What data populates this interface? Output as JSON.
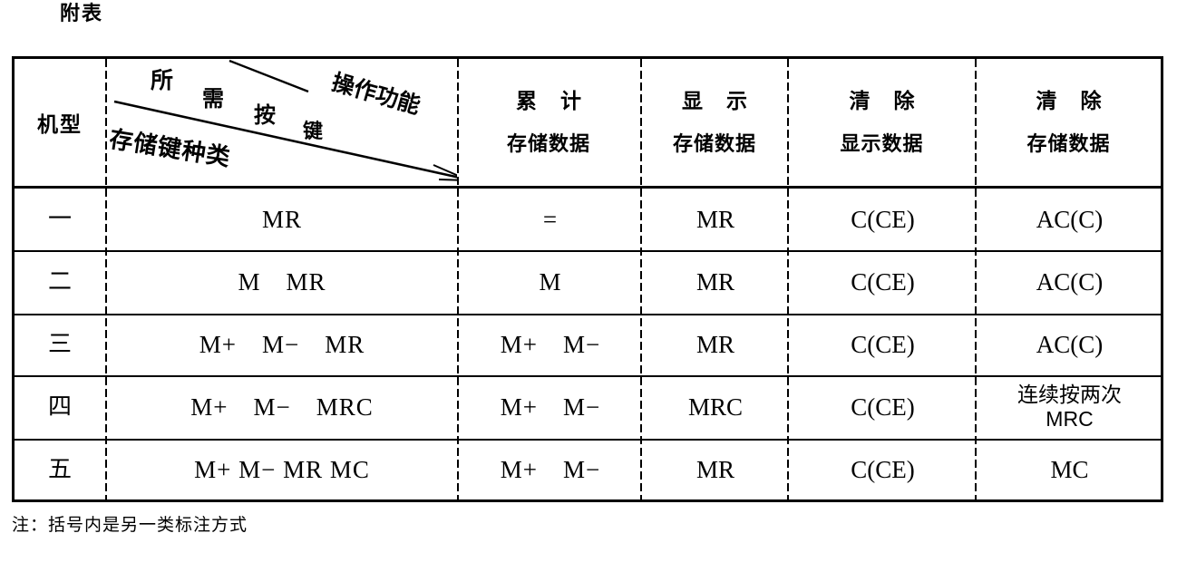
{
  "caption": "附表",
  "footnote": "注：括号内是另一类标注方式",
  "header": {
    "model_label": "机型",
    "diagonal": {
      "upper_right_label": "操作功能",
      "diagonal_label_chars": [
        "所",
        "需",
        "按",
        "键"
      ],
      "lower_left_label": "存储键种类"
    },
    "columns": [
      {
        "top": "累计",
        "bottom": "存储数据"
      },
      {
        "top": "显示",
        "bottom": "存储数据"
      },
      {
        "top": "清除",
        "bottom": "显示数据"
      },
      {
        "top": "清除",
        "bottom": "存储数据"
      }
    ]
  },
  "rows": [
    {
      "model": "一",
      "keys": "MR",
      "accumulate_stored": "=",
      "display_stored": "MR",
      "clear_displayed": "C(CE)",
      "clear_stored": "AC(C)"
    },
    {
      "model": "二",
      "keys": "M　MR",
      "accumulate_stored": "M",
      "display_stored": "MR",
      "clear_displayed": "C(CE)",
      "clear_stored": "AC(C)"
    },
    {
      "model": "三",
      "keys": "M+　M−　MR",
      "accumulate_stored": "M+　M−",
      "display_stored": "MR",
      "clear_displayed": "C(CE)",
      "clear_stored": "AC(C)"
    },
    {
      "model": "四",
      "keys": "M+　M−　MRC",
      "accumulate_stored": "M+　M−",
      "display_stored": "MRC",
      "clear_displayed": "C(CE)",
      "clear_stored": "连续按两次\nMRC"
    },
    {
      "model": "五",
      "keys": "M+ M− MR MC",
      "accumulate_stored": "M+　M−",
      "display_stored": "MR",
      "clear_displayed": "C(CE)",
      "clear_stored": "MC"
    }
  ]
}
